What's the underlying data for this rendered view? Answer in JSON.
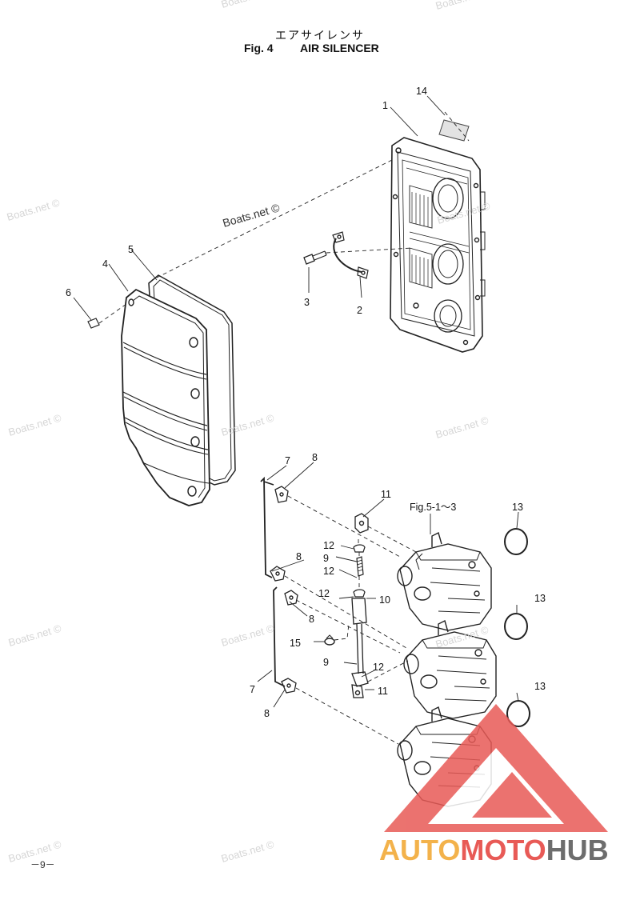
{
  "header": {
    "title_jp": "エアサイレンサ",
    "fig_label": "Fig. 4",
    "title_en": "AIR SILENCER"
  },
  "callouts": [
    {
      "id": "c1",
      "text": "1"
    },
    {
      "id": "c2",
      "text": "2"
    },
    {
      "id": "c3",
      "text": "3"
    },
    {
      "id": "c4",
      "text": "4"
    },
    {
      "id": "c5",
      "text": "5"
    },
    {
      "id": "c6",
      "text": "6"
    },
    {
      "id": "c7a",
      "text": "7"
    },
    {
      "id": "c7b",
      "text": "7"
    },
    {
      "id": "c8a",
      "text": "8"
    },
    {
      "id": "c8b",
      "text": "8"
    },
    {
      "id": "c8c",
      "text": "8"
    },
    {
      "id": "c8d",
      "text": "8"
    },
    {
      "id": "c9a",
      "text": "9"
    },
    {
      "id": "c9b",
      "text": "9"
    },
    {
      "id": "c10",
      "text": "10"
    },
    {
      "id": "c11a",
      "text": "11"
    },
    {
      "id": "c11b",
      "text": "11"
    },
    {
      "id": "c12a",
      "text": "12"
    },
    {
      "id": "c12b",
      "text": "12"
    },
    {
      "id": "c12c",
      "text": "12"
    },
    {
      "id": "c12d",
      "text": "12"
    },
    {
      "id": "c13a",
      "text": "13"
    },
    {
      "id": "c13b",
      "text": "13"
    },
    {
      "id": "c13c",
      "text": "13"
    },
    {
      "id": "c14",
      "text": "14"
    },
    {
      "id": "c15",
      "text": "15"
    }
  ],
  "reference_label": "Fig.5-1～3",
  "watermark_main": "Boats.net ©",
  "watermark": "Boats.net ©",
  "page_number": "－9－",
  "brand": {
    "part1": "AUTO",
    "part2": "MOTO",
    "part3": "HUB"
  },
  "colors": {
    "line": "#222222",
    "watermark": "#d6d6d6",
    "brand_yellow": "#f3b24b",
    "brand_red": "#e85a56",
    "brand_gray": "#6d6d6d"
  }
}
